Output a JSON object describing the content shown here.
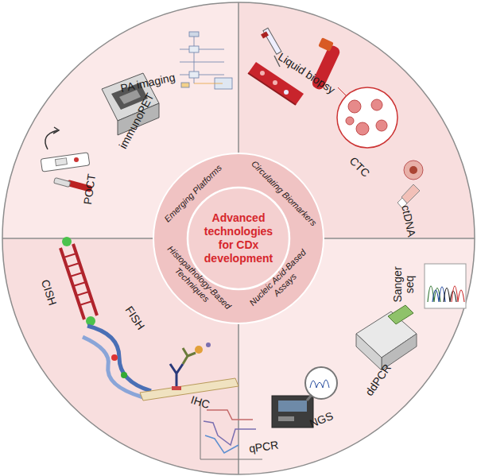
{
  "diagram": {
    "nodes": [
      {
        "text": [
          "Emerging Platforms",
          "Circulating Biomarkers",
          "Nucleic Acid-Based Assays",
          "Histopathology-Based Techniques"
        ]
      },
      {
        "text": [
          "Advanced technologies for CDx development"
        ],
        "in": 0
      }
    ],
    "labels": [
      "PA imaging",
      "immunoPET",
      "POCT",
      "Liquid biopsy",
      "CTC",
      "ctDNA",
      "Sanger seq",
      "ddPCR",
      "NGS",
      "qPCR",
      "CISH",
      "FISH",
      "IHC"
    ]
  }
}
